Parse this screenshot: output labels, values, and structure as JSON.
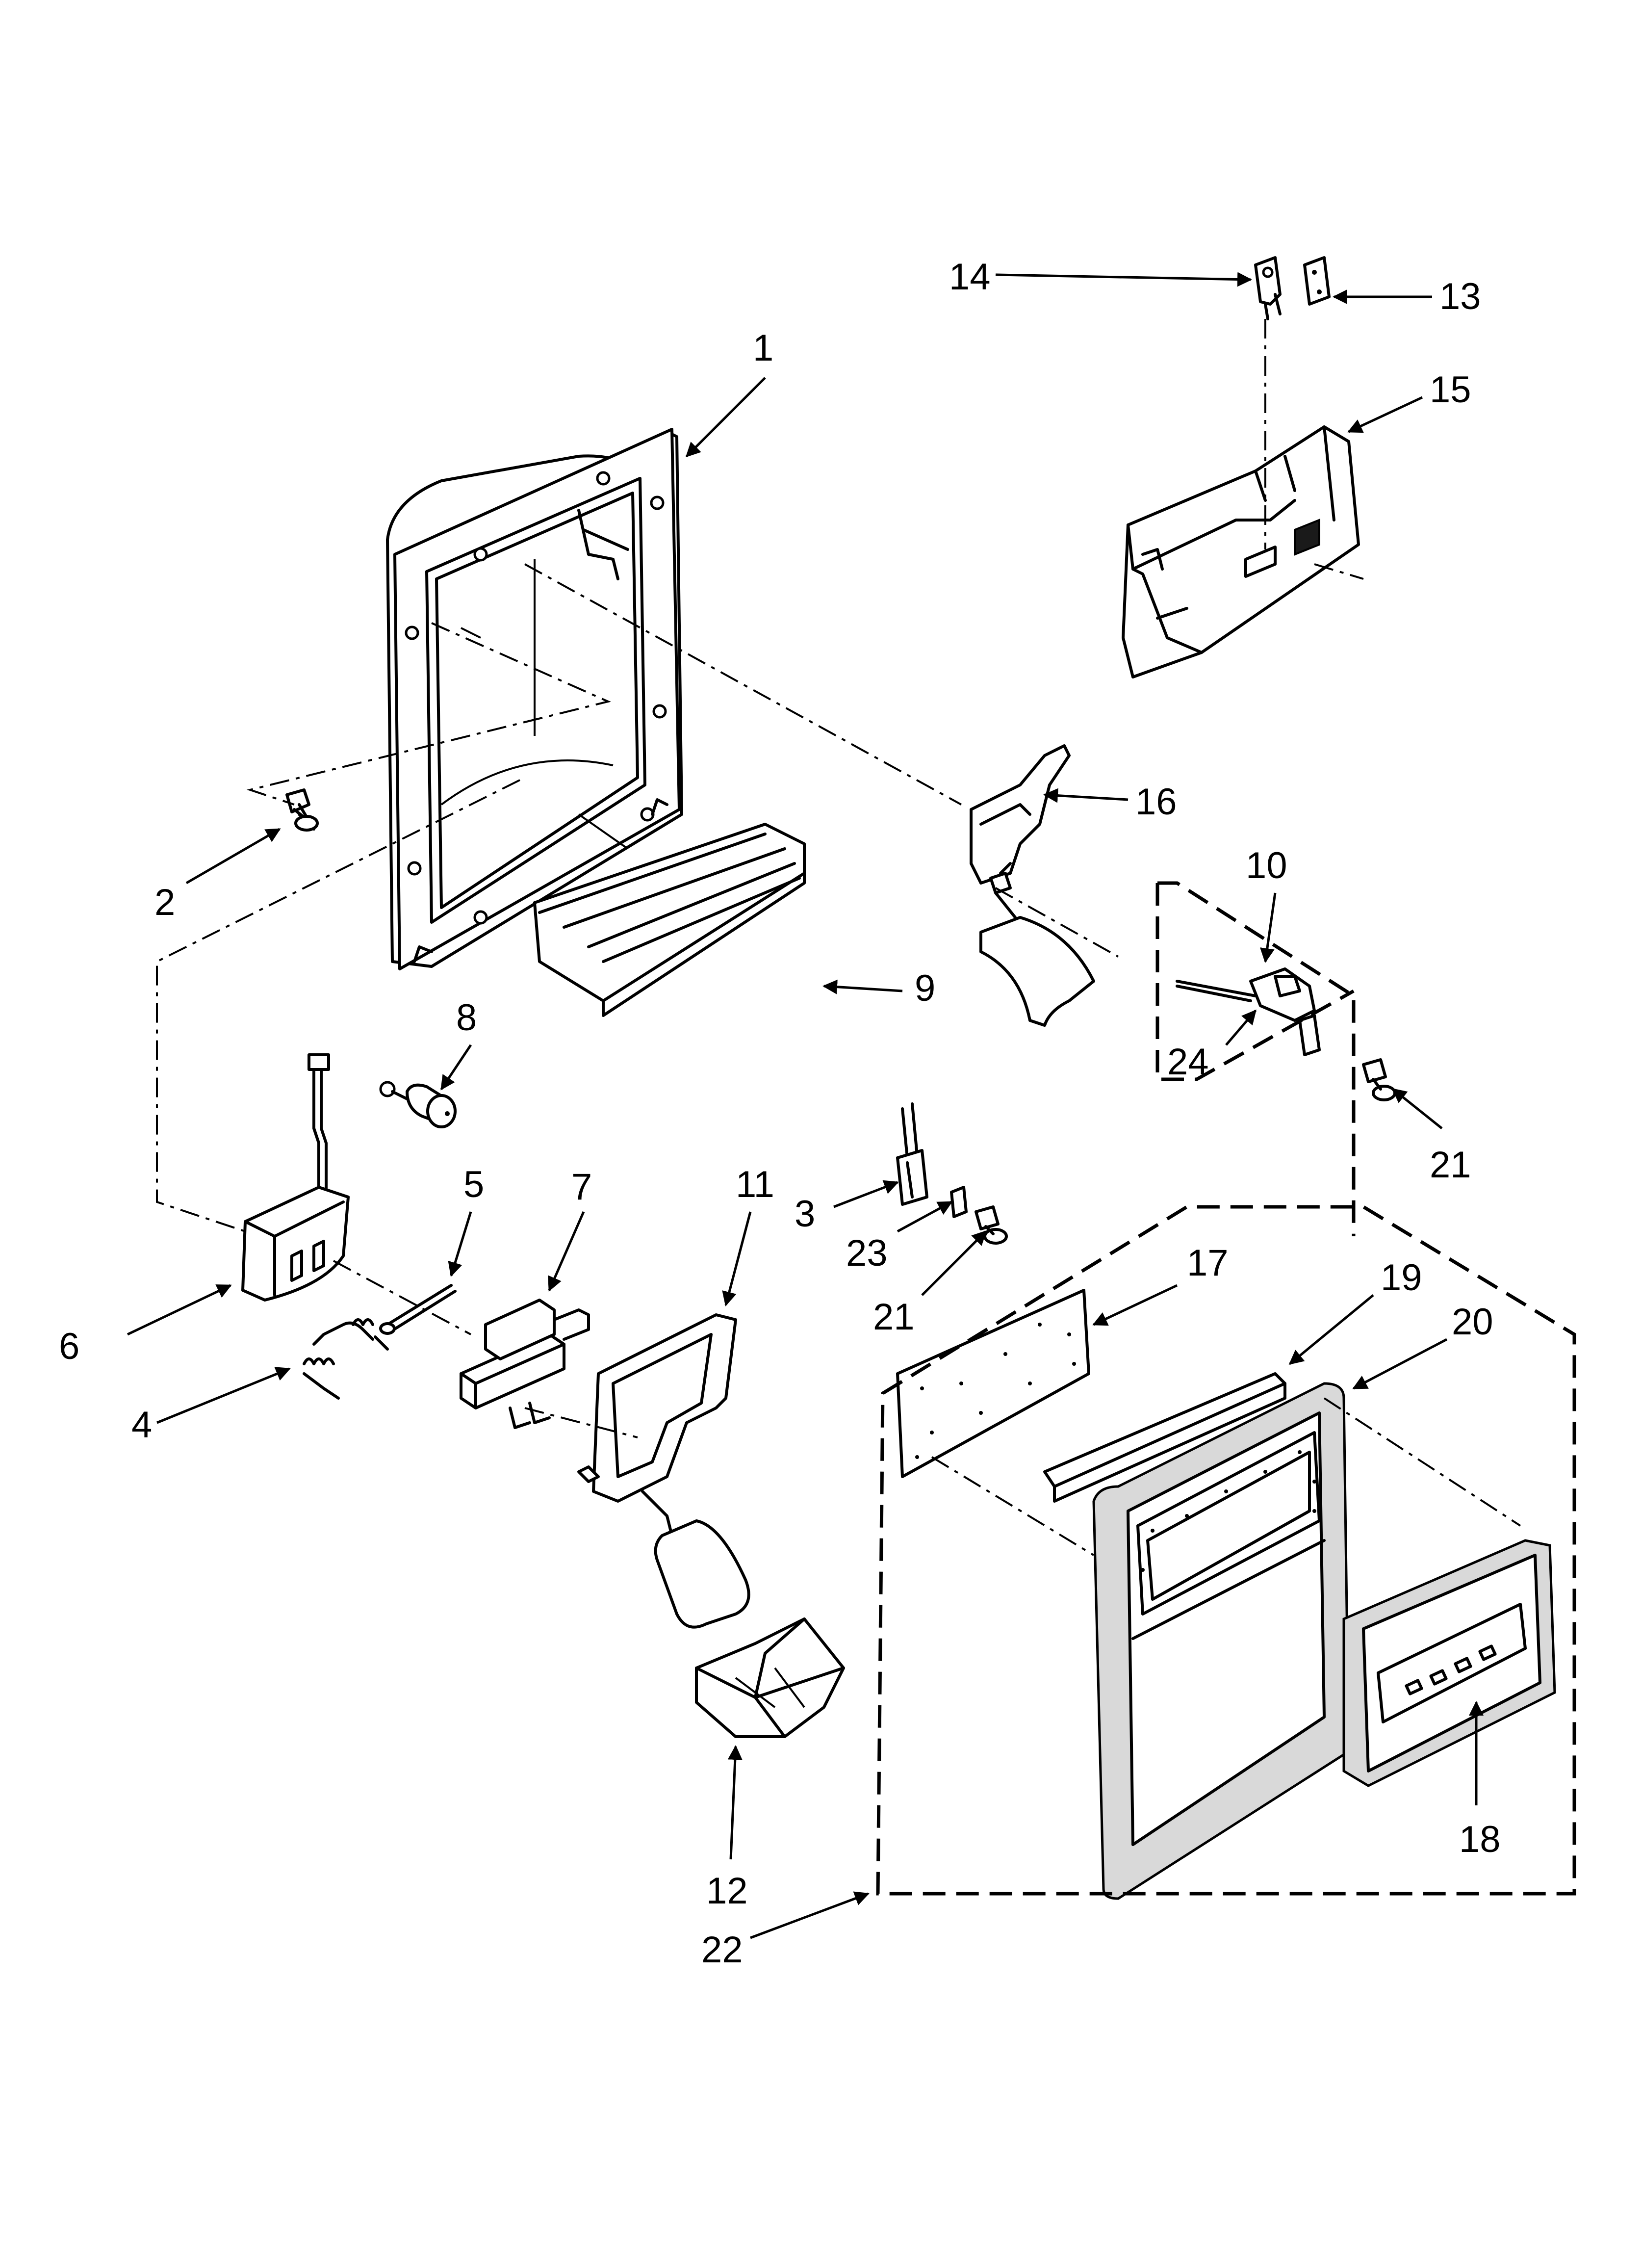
{
  "callouts": [
    {
      "id": "1",
      "text": "1"
    },
    {
      "id": "2",
      "text": "2"
    },
    {
      "id": "3",
      "text": "3"
    },
    {
      "id": "4",
      "text": "4"
    },
    {
      "id": "5",
      "text": "5"
    },
    {
      "id": "6",
      "text": "6"
    },
    {
      "id": "7",
      "text": "7"
    },
    {
      "id": "8",
      "text": "8"
    },
    {
      "id": "9",
      "text": "9"
    },
    {
      "id": "10",
      "text": "10"
    },
    {
      "id": "11",
      "text": "11"
    },
    {
      "id": "12",
      "text": "12"
    },
    {
      "id": "13",
      "text": "13"
    },
    {
      "id": "14",
      "text": "14"
    },
    {
      "id": "15",
      "text": "15"
    },
    {
      "id": "16",
      "text": "16"
    },
    {
      "id": "17",
      "text": "17"
    },
    {
      "id": "18",
      "text": "18"
    },
    {
      "id": "19",
      "text": "19"
    },
    {
      "id": "20",
      "text": "20"
    },
    {
      "id": "21a",
      "text": "21"
    },
    {
      "id": "21b",
      "text": "21"
    },
    {
      "id": "22",
      "text": "22"
    },
    {
      "id": "23",
      "text": "23"
    },
    {
      "id": "24",
      "text": "24"
    }
  ]
}
